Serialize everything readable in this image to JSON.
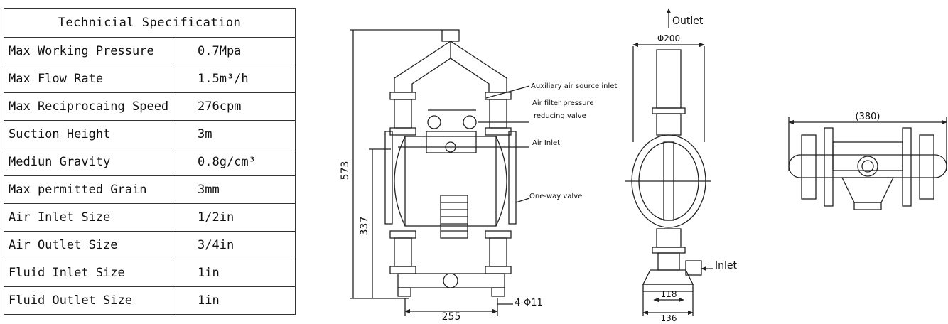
{
  "table": {
    "title": "Technicial Specification",
    "rows": [
      {
        "label": "Max Working Pressure",
        "value": "0.7Mpa"
      },
      {
        "label": "Max Flow Rate",
        "value": "1.5m³/h"
      },
      {
        "label": "Max Reciprocaing Speed",
        "value": "276cpm"
      },
      {
        "label": "Suction Height",
        "value": "3m"
      },
      {
        "label": "Mediun Gravity",
        "value": "0.8g/cm³"
      },
      {
        "label": "Max permitted Grain",
        "value": "3mm"
      },
      {
        "label": "Air Inlet Size",
        "value": "1/2in"
      },
      {
        "label": "Air Outlet Size",
        "value": "3/4in"
      },
      {
        "label": "Fluid Inlet Size",
        "value": "1in"
      },
      {
        "label": "Fluid Outlet Size",
        "value": "1in"
      }
    ]
  },
  "front_view": {
    "dim_height": "573",
    "dim_inlet_height": "337",
    "dim_width": "255",
    "dim_holes": "4-Φ11",
    "callouts": {
      "aux_air": "Auxiliary air source inlet",
      "filter_1": "Air filter pressure",
      "filter_2": "reducing valve",
      "air_inlet": "Air Inlet",
      "one_way": "One-way valve"
    }
  },
  "side_view": {
    "outlet_label": "Outlet",
    "inlet_label": "Inlet",
    "dim_diameter": "Φ200",
    "dim_inner": "118",
    "dim_outer": "136"
  },
  "top_view": {
    "dim_width": "(380)"
  }
}
